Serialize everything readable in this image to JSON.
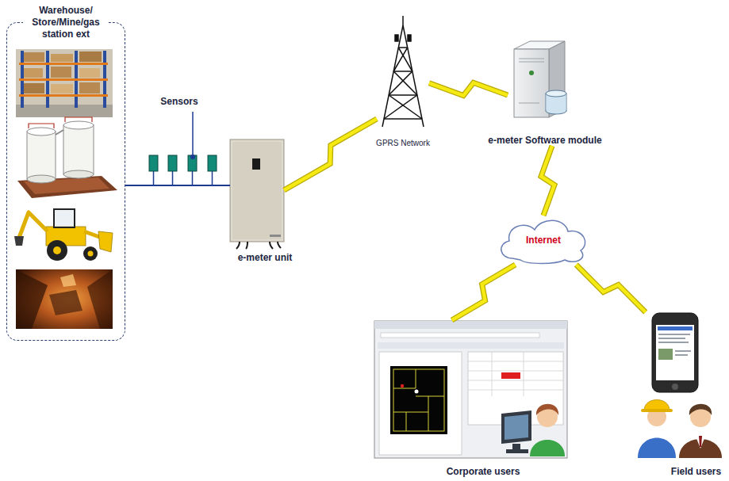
{
  "diagram": {
    "nodes": [
      {
        "text": [
          "Warehouse/ Store/Mine/gas station ext"
        ]
      },
      {
        "text": [
          "e-meter unit"
        ]
      },
      {
        "text": [
          "GPRS Network"
        ]
      },
      {
        "text": [
          "e-meter Software module"
        ]
      },
      {
        "text": [
          "Internet"
        ]
      },
      {
        "text": [
          "Corporate users"
        ]
      },
      {
        "text": [
          "Field users"
        ]
      }
    ],
    "edges": [
      {
        "from": 0,
        "to": 1,
        "arrow": "none"
      },
      {
        "from": 1,
        "to": 2,
        "arrow": "none"
      },
      {
        "from": 2,
        "to": 3,
        "arrow": "none"
      },
      {
        "from": 3,
        "to": 4,
        "arrow": "none"
      },
      {
        "from": 4,
        "to": 5,
        "arrow": "none"
      },
      {
        "from": 4,
        "to": 6,
        "arrow": "none"
      }
    ],
    "labels": [
      "Sensors"
    ]
  }
}
